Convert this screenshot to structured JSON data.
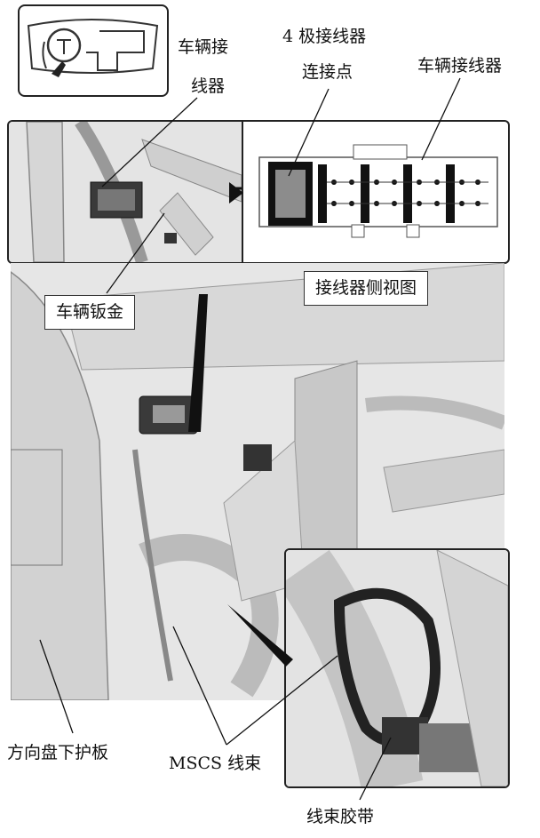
{
  "labels": {
    "vehicle_connector_left_line1": "车辆接",
    "vehicle_connector_left_line2": "线器",
    "four_pole_line1": "4 极接线器",
    "four_pole_line2": "连接点",
    "vehicle_connector_right": "车辆接线器",
    "sheet_metal": "车辆钣金",
    "side_view": "接线器侧视图",
    "steering_cover": "方向盘下护板",
    "mscs_harness": "MSCS 线束",
    "harness_tape": "线束胶带"
  },
  "colors": {
    "frame_border": "#222222",
    "photo_bg": "#e6e6e6",
    "pin_block": "#8c8c8c",
    "line": "#111111"
  },
  "icons": {
    "locator": "dashboard-steering-wheel-icon",
    "arrow": "right-arrow-icon"
  }
}
